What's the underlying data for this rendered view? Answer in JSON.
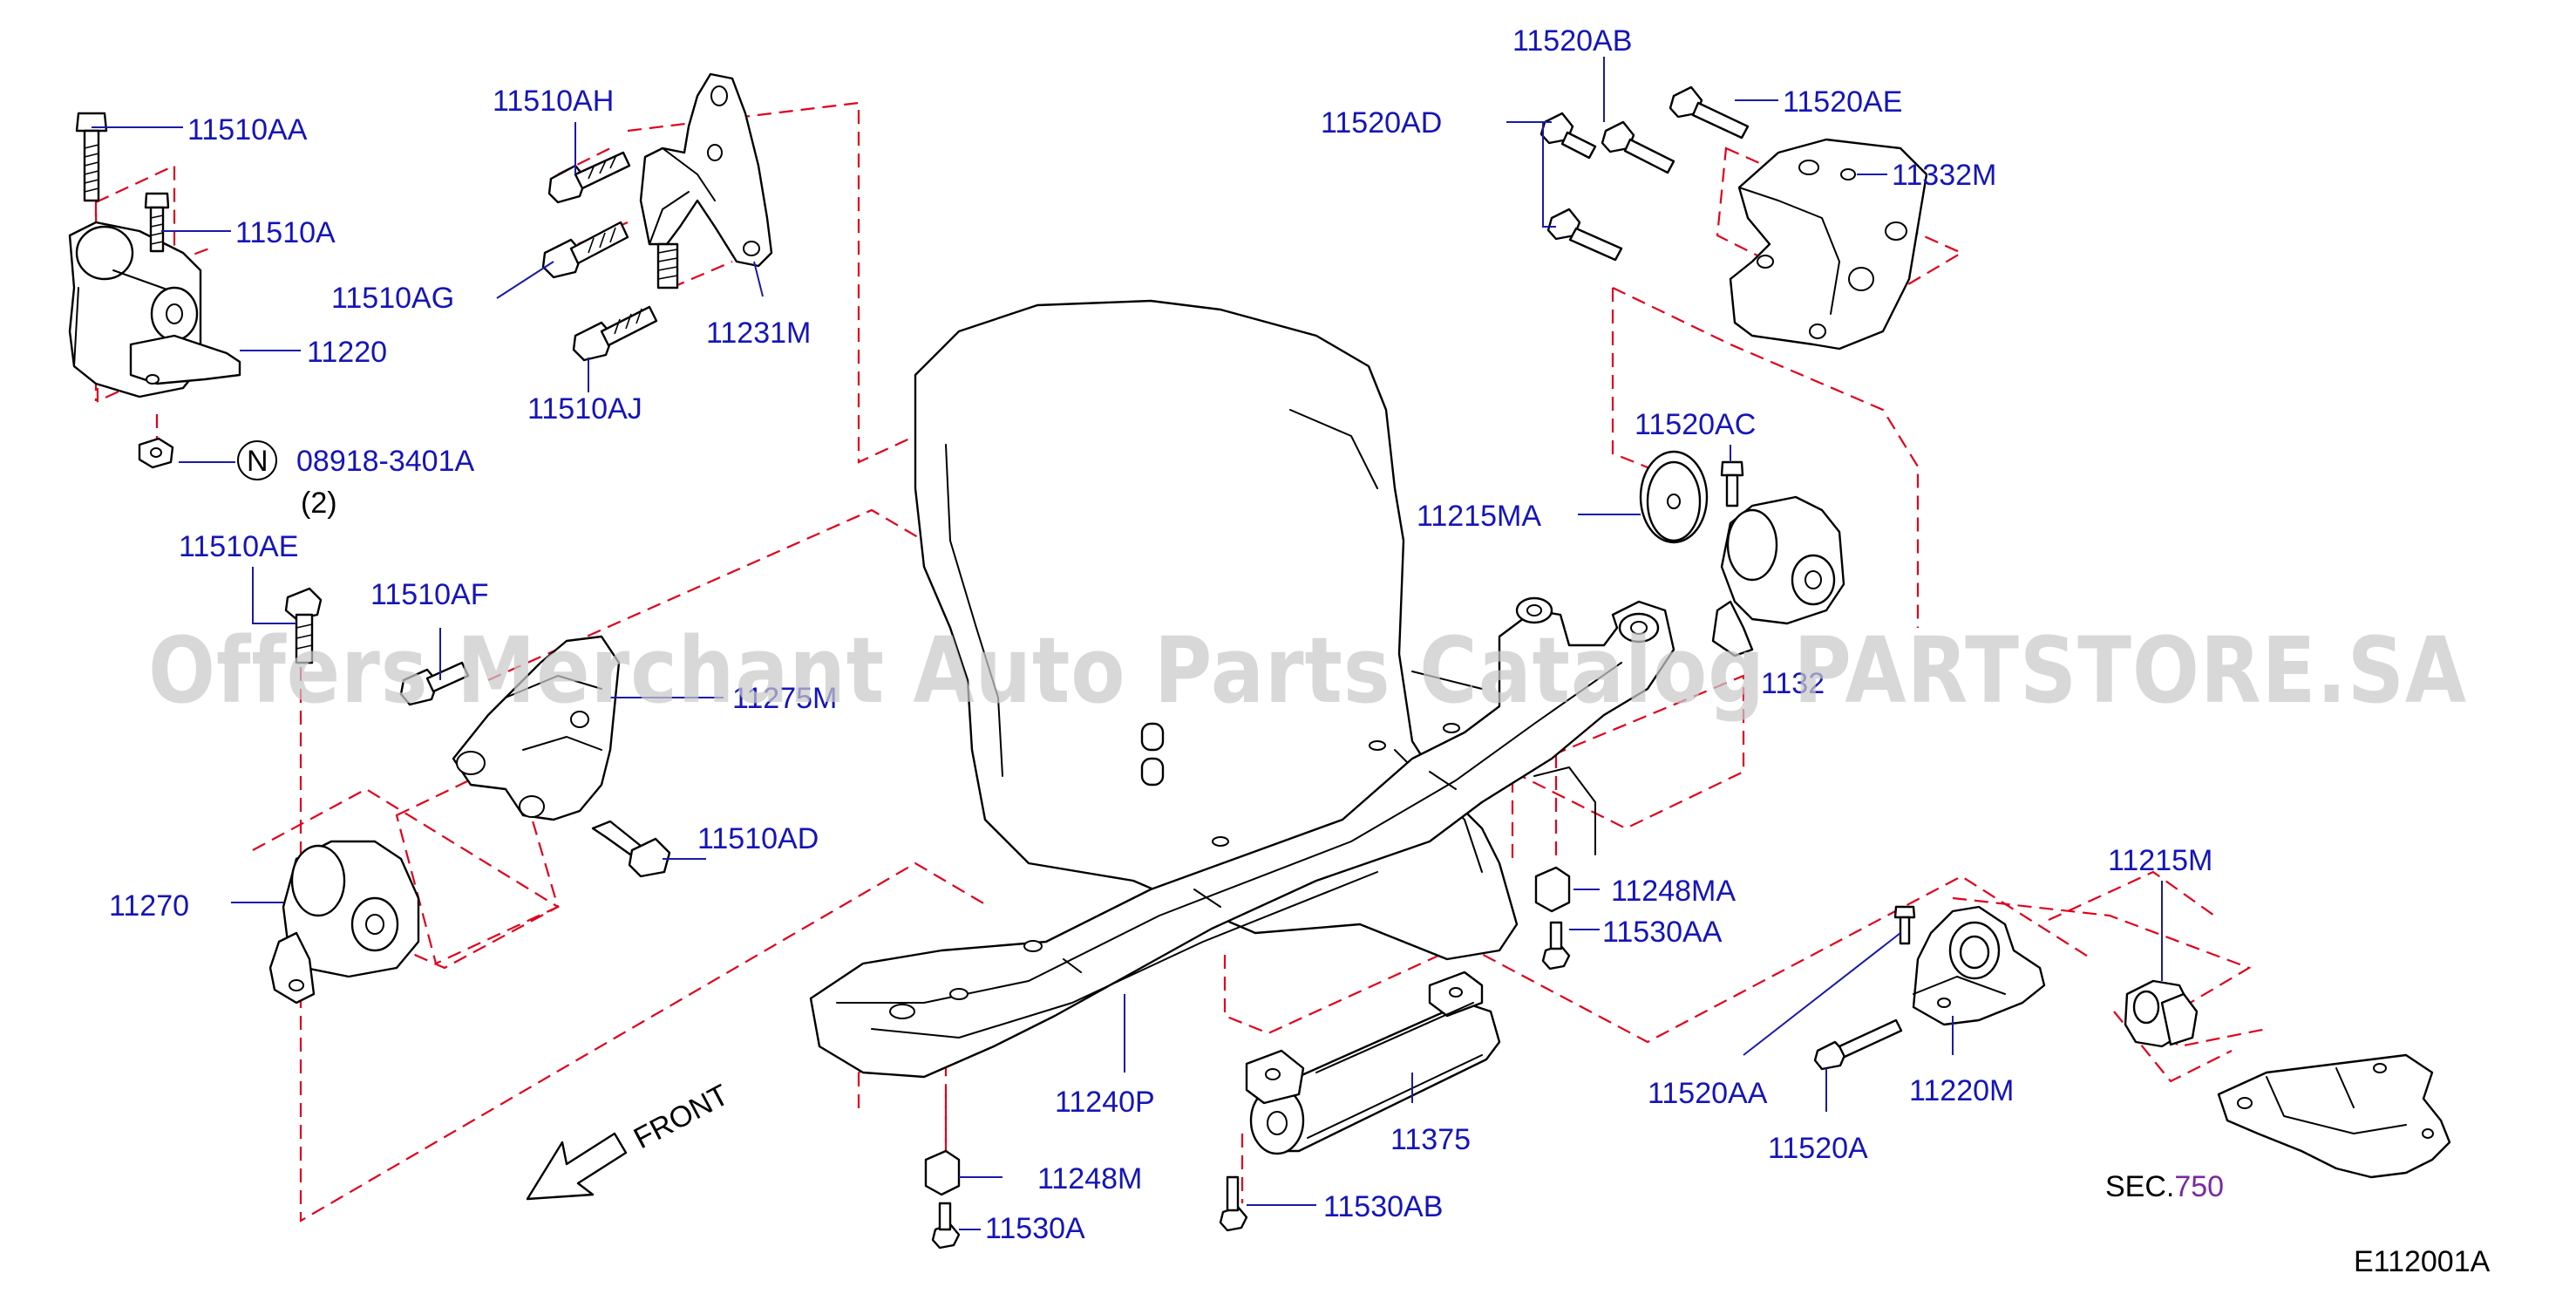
{
  "watermark": "Offers Merchant Auto Parts Catalog PARTSTORE.SA",
  "diagram_code": "E112001A",
  "front_label": "FRONT",
  "callouts": {
    "p11510AA": "11510AA",
    "p11510A": "11510A",
    "p11220": "11220",
    "p08918": "08918-3401A",
    "p08918_qty": "(2)",
    "p08918_marker": "N",
    "p11510AH": "11510AH",
    "p11510AG": "11510AG",
    "p11510AJ": "11510AJ",
    "p11231M": "11231M",
    "p11520AB": "11520AB",
    "p11520AD": "11520AD",
    "p11520AE": "11520AE",
    "p11332M": "11332M",
    "p11520AC": "11520AC",
    "p11215MA": "11215MA",
    "p1132x": "1132",
    "p11510AE": "11510AE",
    "p11510AF": "11510AF",
    "p11275M": "11275M",
    "p11510AD": "11510AD",
    "p11270": "11270",
    "p11248MA": "11248MA",
    "p11530AA": "11530AA",
    "p11215M": "11215M",
    "p11240P": "11240P",
    "p11520AA": "11520AA",
    "p11220M": "11220M",
    "p11520A": "11520A",
    "p11375": "11375",
    "p11248M": "11248M",
    "p11530A": "11530A",
    "p11530AB": "11530AB",
    "sec_prefix": "SEC.",
    "sec_number": "750"
  },
  "colors": {
    "callout_text": "#1515b8",
    "dashed_lines": "#e0001b",
    "section_ref": "#7a2a9e",
    "watermark": "#c9c9c9"
  }
}
